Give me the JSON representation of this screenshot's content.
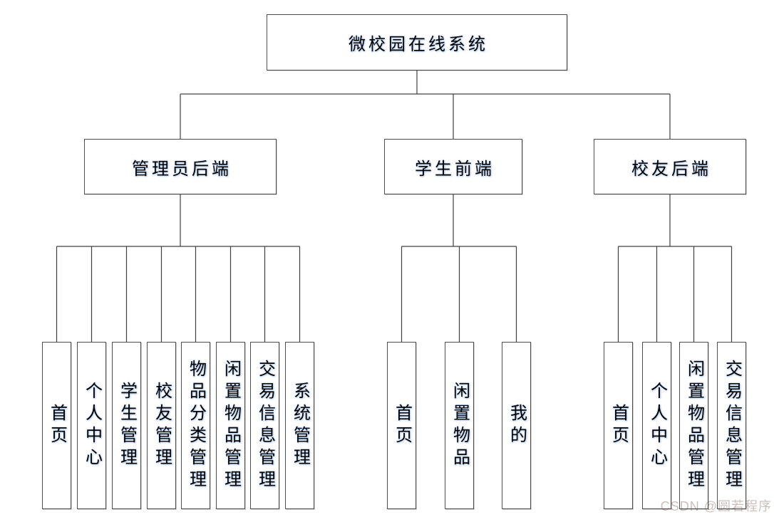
{
  "diagram": {
    "root": {
      "label": "微校园在线系统"
    },
    "branches": [
      {
        "label": "管理员后端",
        "children": [
          "首页",
          "个人中心",
          "学生管理",
          "校友管理",
          "物品分类管理",
          "闲置物品管理",
          "交易信息管理",
          "系统管理"
        ]
      },
      {
        "label": "学生前端",
        "children": [
          "首页",
          "闲置物品",
          "我的"
        ]
      },
      {
        "label": "校友后端",
        "children": [
          "首页",
          "个人中心",
          "闲置物品管理",
          "交易信息管理"
        ]
      }
    ]
  },
  "watermark": {
    "text": "CSDN @圆若程序"
  },
  "colors": {
    "line": "#404040",
    "box_border": "#4d4d4d",
    "text": "#000000",
    "background": "#ffffff",
    "watermark": "#ccc0bc"
  }
}
